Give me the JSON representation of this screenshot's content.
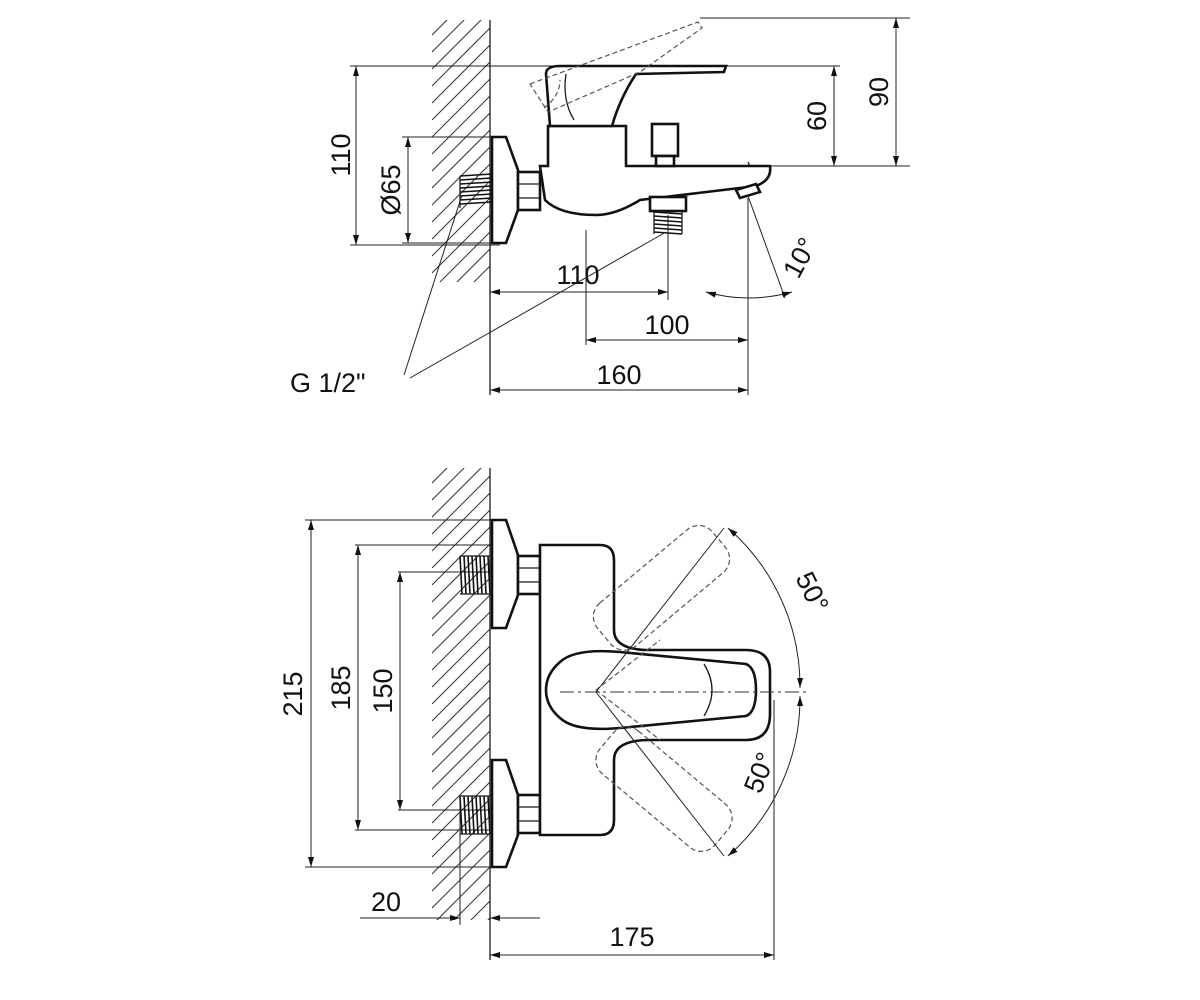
{
  "side_view": {
    "dims": {
      "h110": "110",
      "d65": "Ø65",
      "h60": "60",
      "h90": "90",
      "w110": "110",
      "w100": "100",
      "w160": "160",
      "angle": "10°",
      "thread": "G 1/2\""
    }
  },
  "front_view": {
    "dims": {
      "h215": "215",
      "h185": "185",
      "h150": "150",
      "w20": "20",
      "w175": "175",
      "angle_top": "50°",
      "angle_bottom": "50°"
    }
  }
}
